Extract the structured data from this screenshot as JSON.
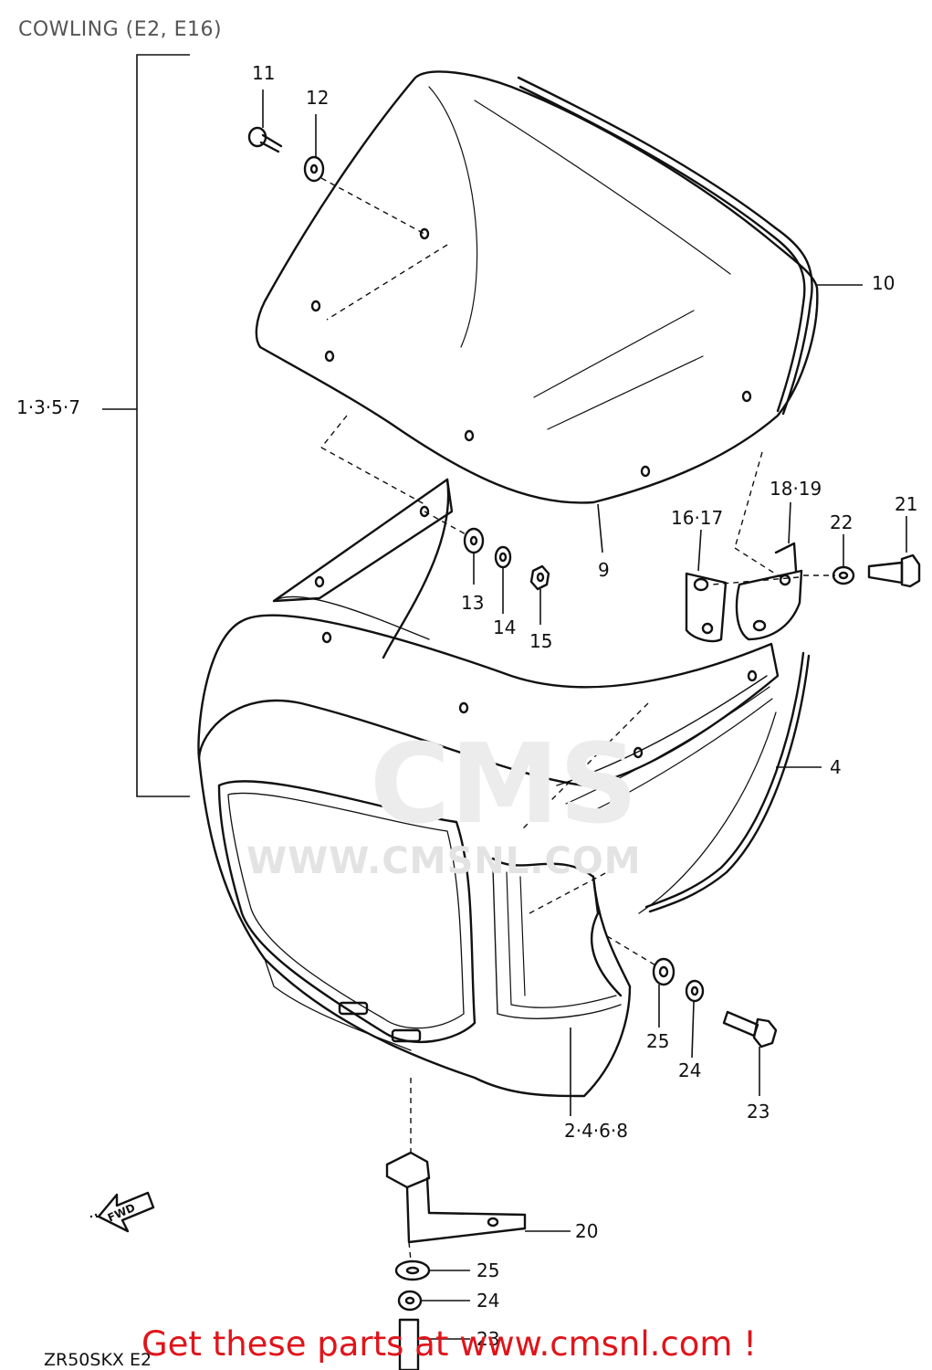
{
  "title": "COWLING (E2, E16)",
  "watermark": {
    "big": "CMS",
    "url": "WWW.CMSNL.COM"
  },
  "labels": {
    "l11": "11",
    "l12": "12",
    "l10": "10",
    "l9": "9",
    "assembly_left": "1·3·5·7",
    "l13": "13",
    "l14": "14",
    "l15": "15",
    "l16_17": "16·17",
    "l18_19": "18·19",
    "l21": "21",
    "l22": "22",
    "l4": "4",
    "l25_right": "25",
    "l24_right": "24",
    "l23_right": "23",
    "assembly_bottom": "2·4·6·8",
    "l20": "20",
    "l25_bottom": "25",
    "l24_bottom": "24",
    "l23_bottom": "23"
  },
  "fwd_arrow": "FWD",
  "diagram_code": "ZR50SKX E2",
  "footer": "Get these parts at www.cmsnl.com !"
}
